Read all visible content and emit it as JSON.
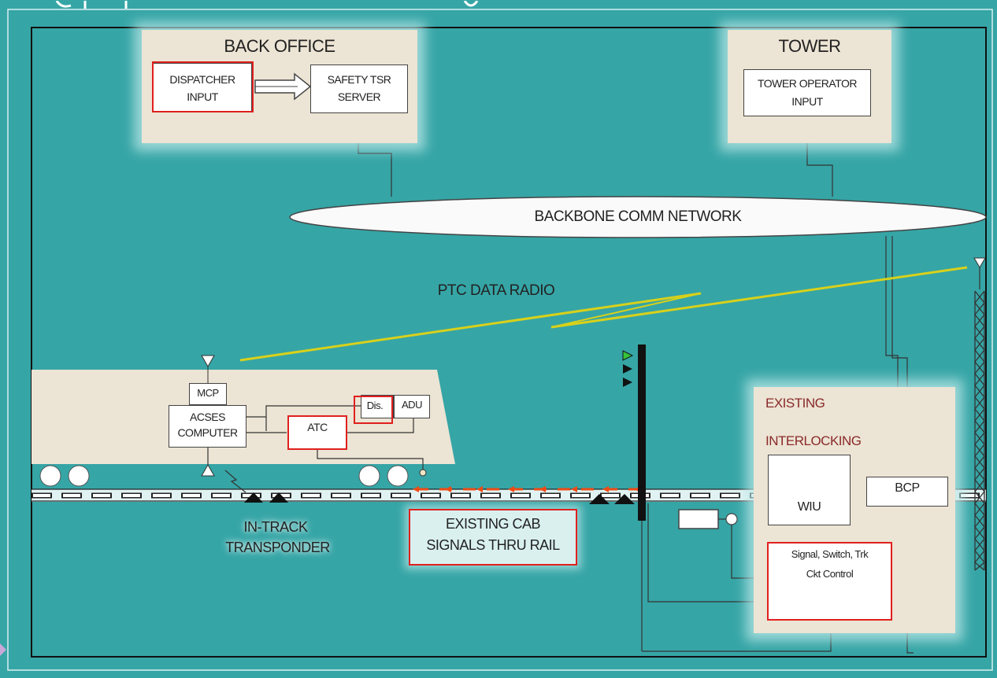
{
  "back_office": {
    "title": "BACK OFFICE",
    "dispatcher_input": [
      "DISPATCHER",
      "INPUT"
    ],
    "safety_tsr_server": [
      "SAFETY TSR",
      "SERVER"
    ]
  },
  "tower": {
    "title": "TOWER",
    "operator_input": [
      "TOWER OPERATOR",
      "INPUT"
    ]
  },
  "network": {
    "label": "BACKBONE COMM NETWORK"
  },
  "radio": {
    "label": "PTC DATA RADIO"
  },
  "train": {
    "mcp": "MCP",
    "acses_computer": [
      "ACSES",
      "COMPUTER"
    ],
    "atc": "ATC",
    "dis": "Dis.",
    "adu": "ADU"
  },
  "track": {
    "transponder_label": [
      "IN-TRACK",
      "TRANSPONDER"
    ],
    "cab_signals_label": [
      "EXISTING CAB",
      "SIGNALS THRU RAIL"
    ]
  },
  "interlocking": {
    "existing": "EXISTING",
    "title": "INTERLOCKING",
    "wiu": "WIU",
    "bcp": "BCP",
    "control": [
      "Signal, Switch, Trk",
      "Ckt Control"
    ]
  },
  "colors": {
    "background": "#36a5a6",
    "panel": "#ece4d4",
    "highlight": "#e0201e",
    "radio_link": "#d8d11a",
    "signal_green": "#38c23a"
  }
}
